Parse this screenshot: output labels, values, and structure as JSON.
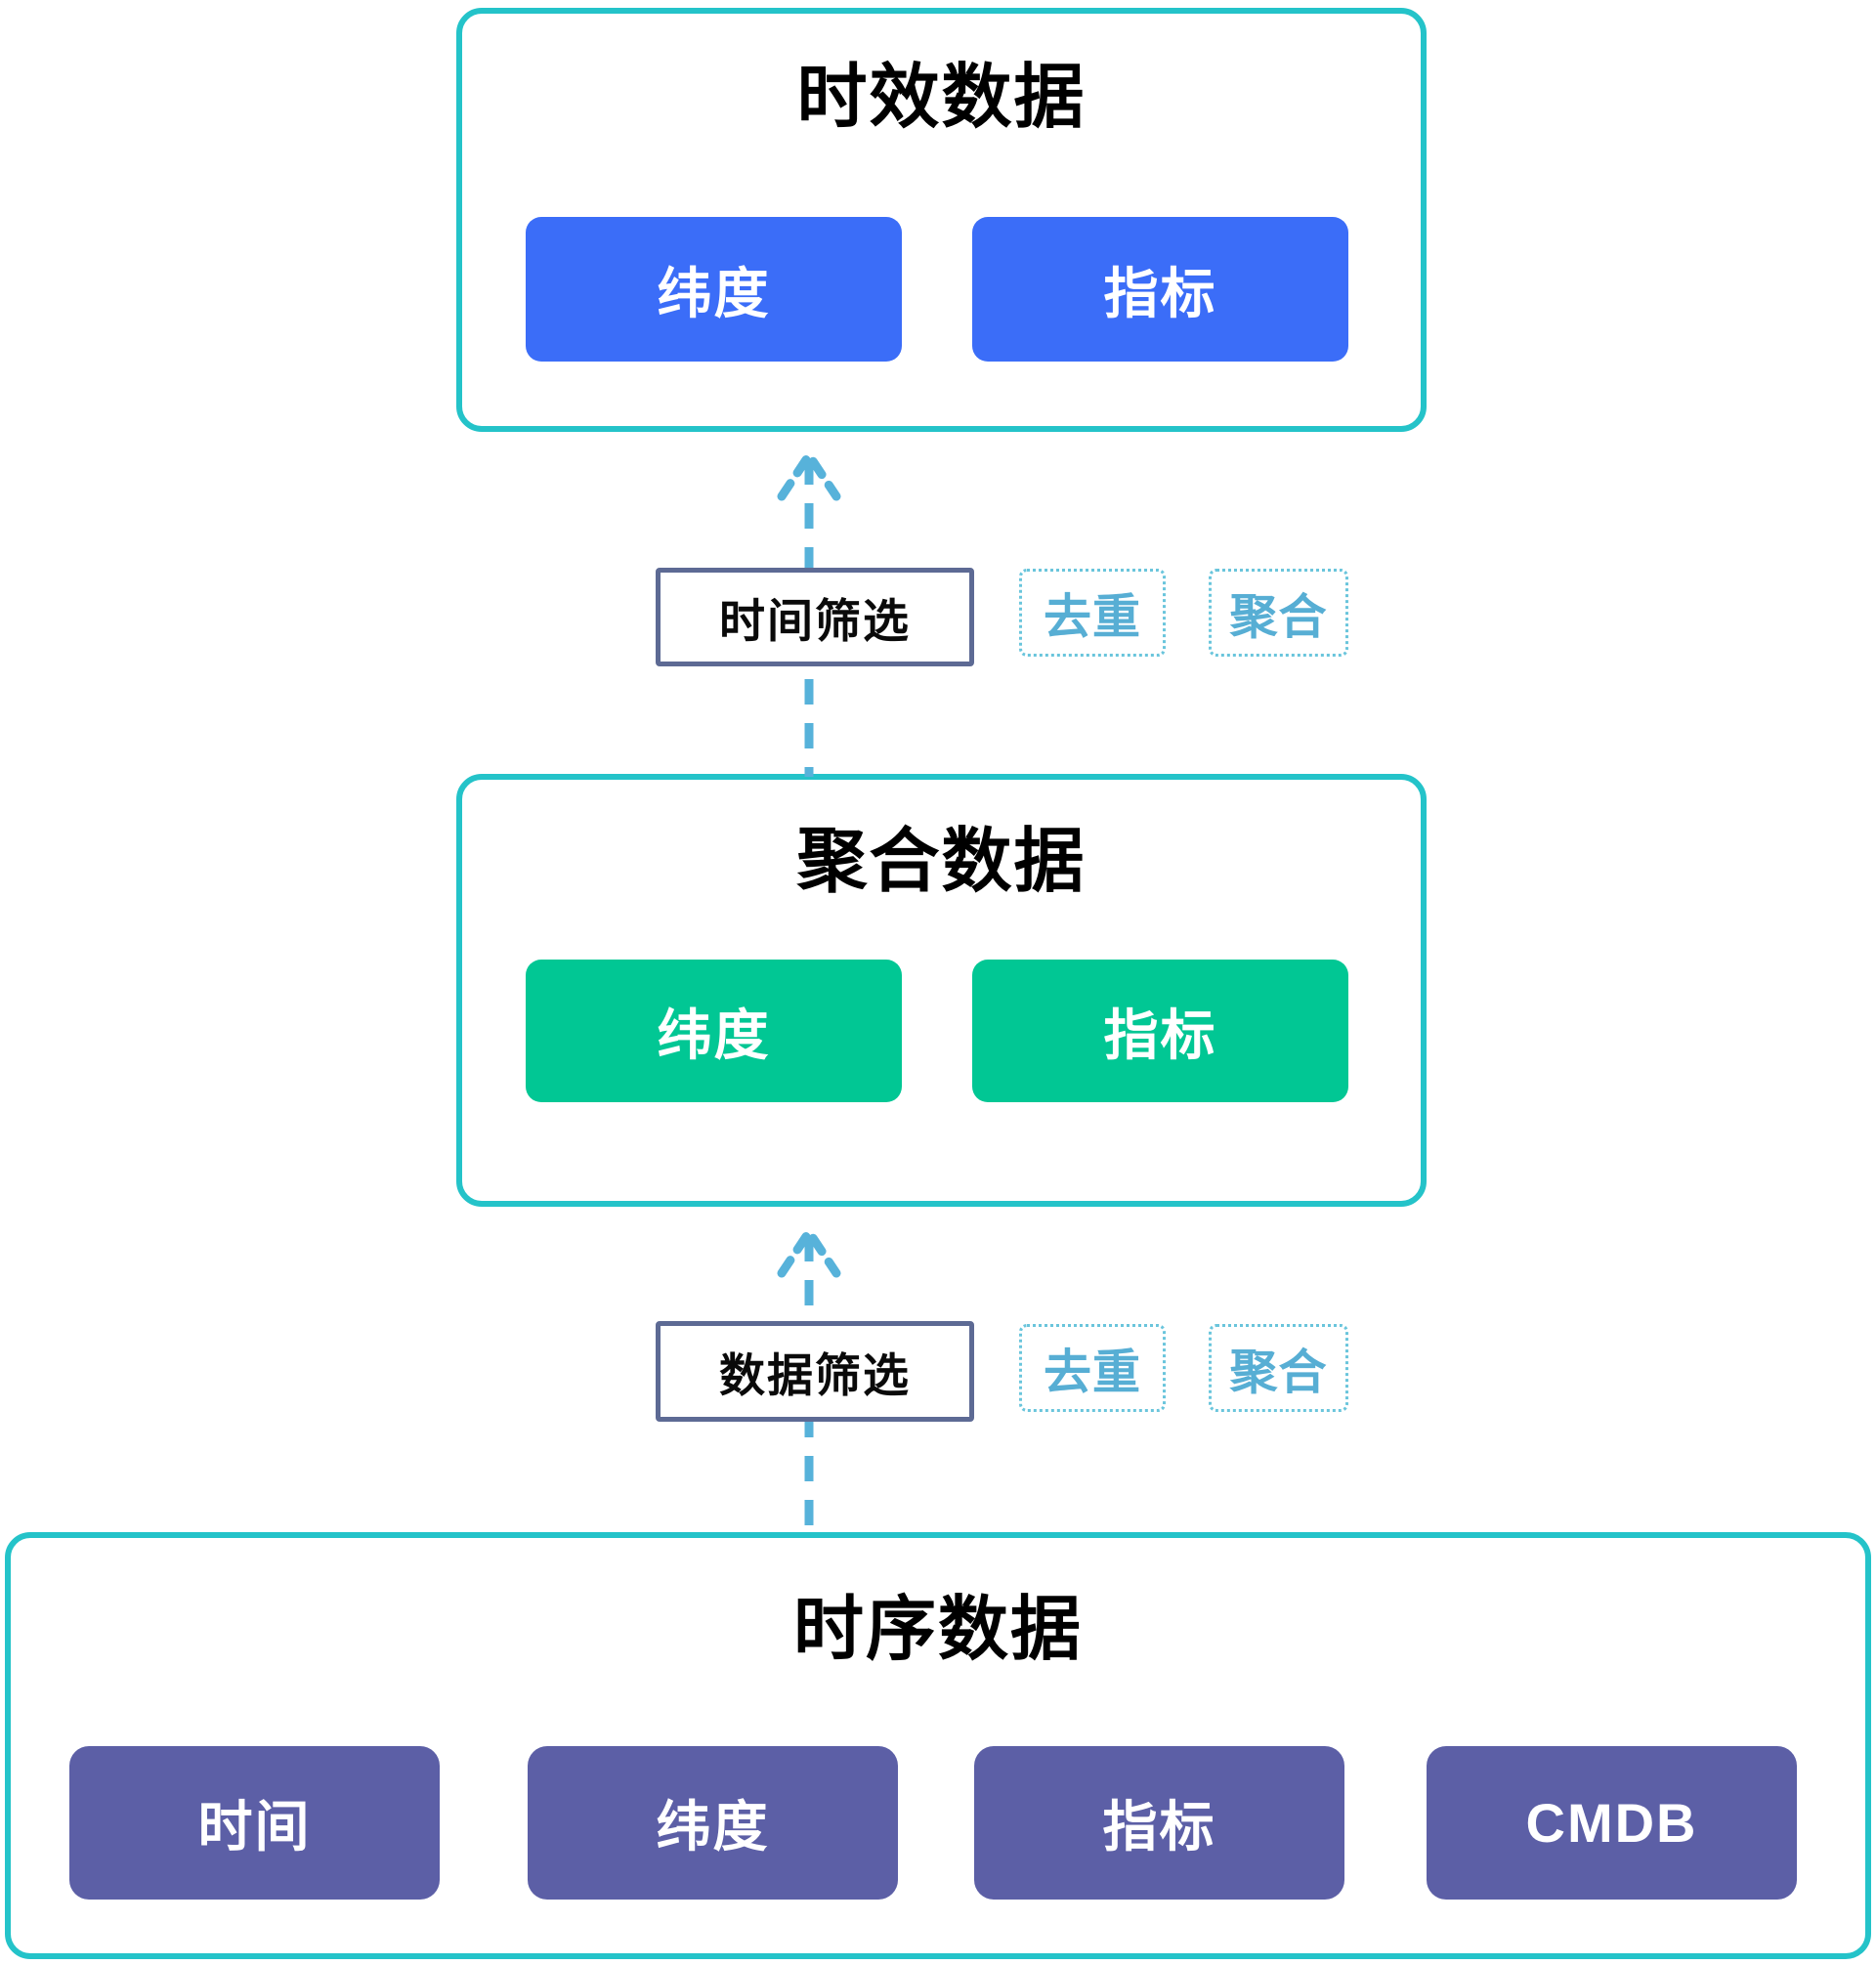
{
  "colors": {
    "container_border": "#24C3C9",
    "blue_chip": "#3B6DF8",
    "green_chip": "#01C794",
    "purple_chip": "#5C5FA6",
    "filter_border": "#5D6A94",
    "arrow": "#57B2DA",
    "op_text": "#57AED4",
    "op_border": "#6AC5DC",
    "title_text": "#000000",
    "chip_text": "#FFFFFF"
  },
  "layers": [
    {
      "title": "时效数据",
      "chips": [
        "纬度",
        "指标"
      ]
    },
    {
      "title": "聚合数据",
      "chips": [
        "纬度",
        "指标"
      ]
    },
    {
      "title": "时序数据",
      "chips": [
        "时间",
        "纬度",
        "指标",
        "CMDB"
      ]
    }
  ],
  "transitions": [
    {
      "filter": "时间筛选",
      "ops": [
        "去重",
        "聚合"
      ]
    },
    {
      "filter": "数据筛选",
      "ops": [
        "去重",
        "聚合"
      ]
    }
  ]
}
